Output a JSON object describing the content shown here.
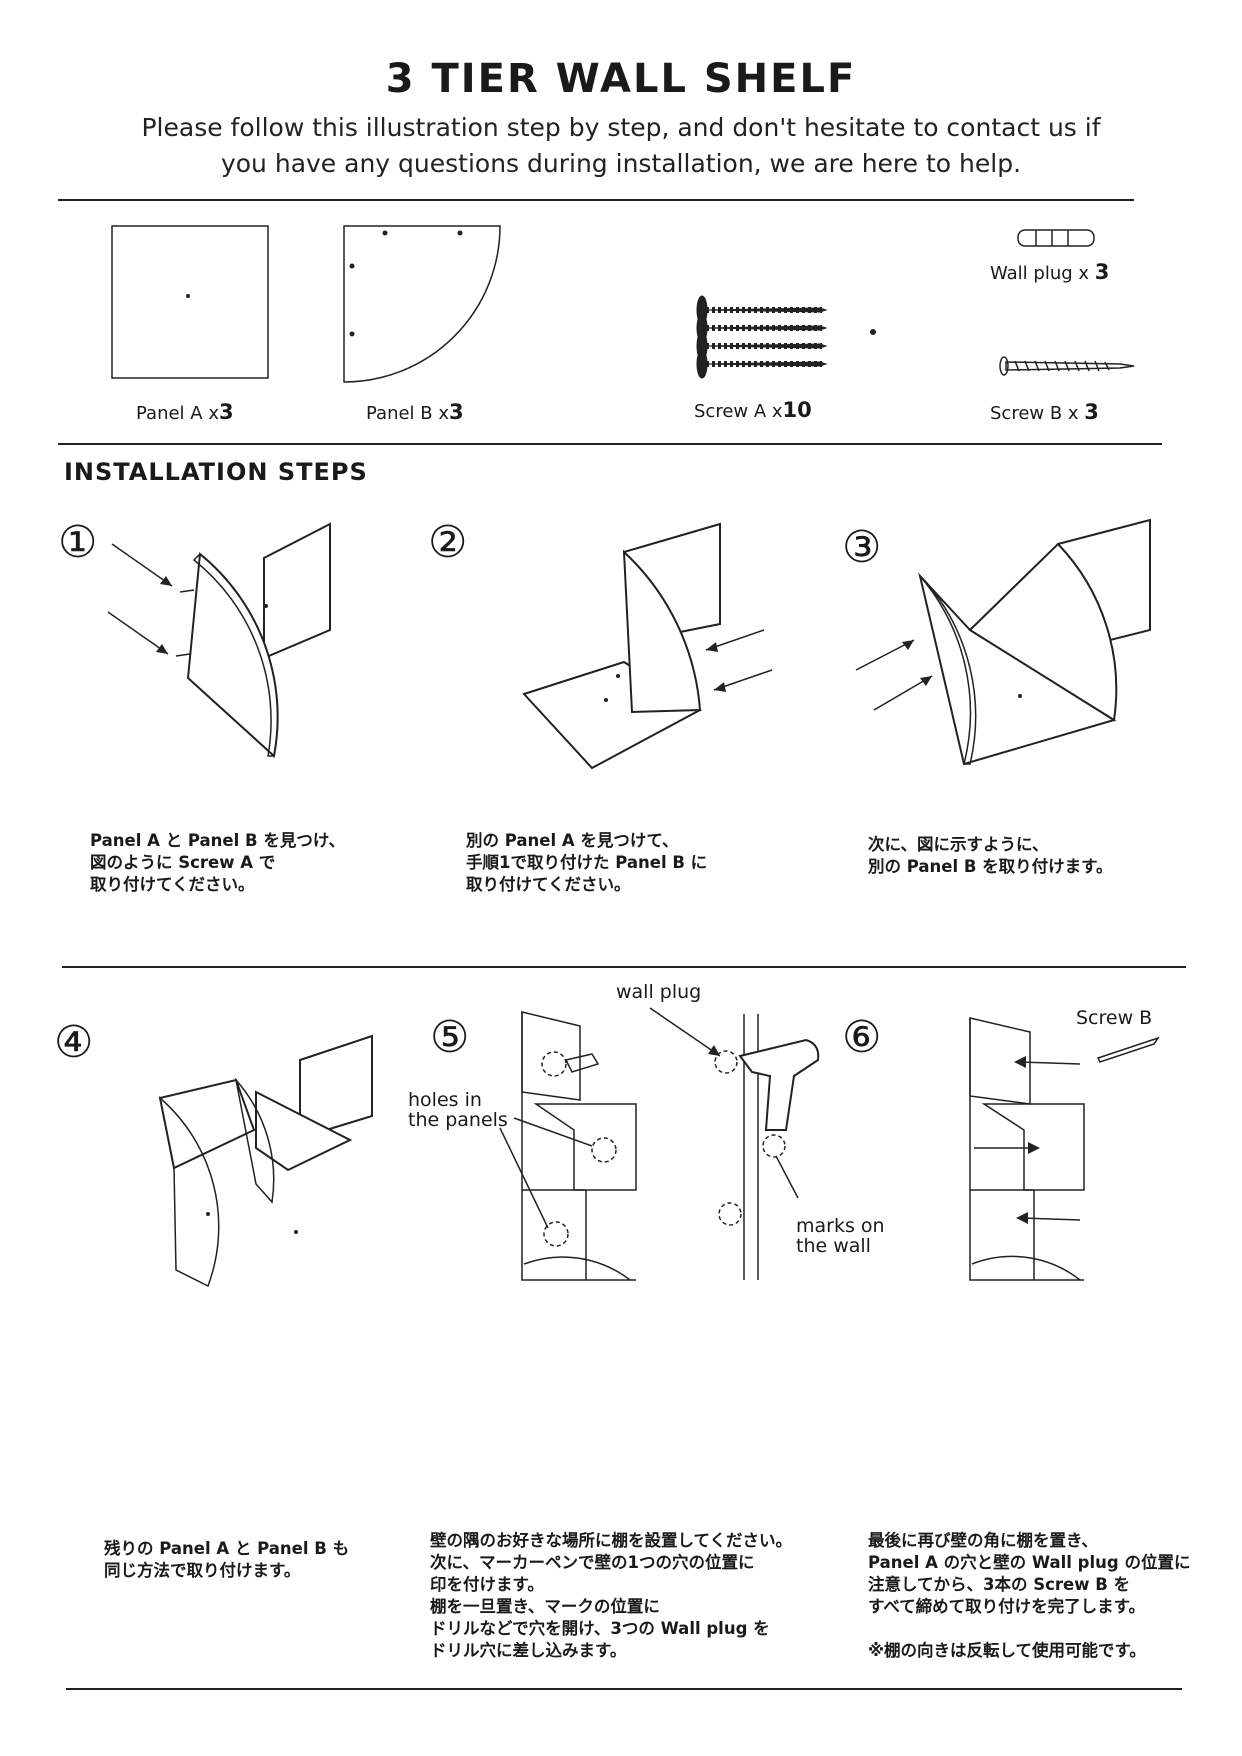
{
  "header": {
    "title": "3 TIER WALL SHELF",
    "intro_line1": "Please follow this illustration step by step, and don't hesitate to contact us if",
    "intro_line2": "you have any questions during installation, we are here to help."
  },
  "parts": {
    "panel_a": {
      "label": "Panel  A x",
      "qty": "3"
    },
    "panel_b": {
      "label": "Panel  B x",
      "qty": "3"
    },
    "screw_a": {
      "label": "Screw A  x",
      "qty": "10"
    },
    "wall_plug": {
      "label": "Wall plug x ",
      "qty": "3"
    },
    "screw_b": {
      "label": "Screw B  x ",
      "qty": "3"
    }
  },
  "section_title": "INSTALLATION STEPS",
  "steps": [
    {
      "num": "①",
      "text": "Panel A と Panel B を見つけ、\n図のように Screw A で\n取り付けてください。"
    },
    {
      "num": "②",
      "text": "別の Panel A を見つけて、\n手順1で取り付けた Panel B に\n取り付けてください。"
    },
    {
      "num": "③",
      "text": "次に、図に示すように、\n別の Panel B を取り付けます。"
    },
    {
      "num": "④",
      "text": "残りの Panel A と Panel B も\n同じ方法で取り付けます。"
    },
    {
      "num": "⑤",
      "text": "壁の隅のお好きな場所に棚を設置してください。\n次に、マーカーペンで壁の1つの穴の位置に\n印を付けます。\n棚を一旦置き、マークの位置に\nドリルなどで穴を開け、3つの Wall plug を\nドリル穴に差し込みます。"
    },
    {
      "num": "⑥",
      "text": "最後に再び壁の角に棚を置き、\nPanel A の穴と壁の Wall plug の位置に\n注意してから、3本の Screw B を\nすべて締めて取り付けを完了します。\n\n※棚の向きは反転して使用可能です。"
    }
  ],
  "diagram_labels": {
    "wall_plug": "wall plug",
    "holes_line1": "holes in",
    "holes_line2": "the panels",
    "marks_line1": "marks on",
    "marks_line2": "the wall",
    "screw_b": "Screw B"
  }
}
